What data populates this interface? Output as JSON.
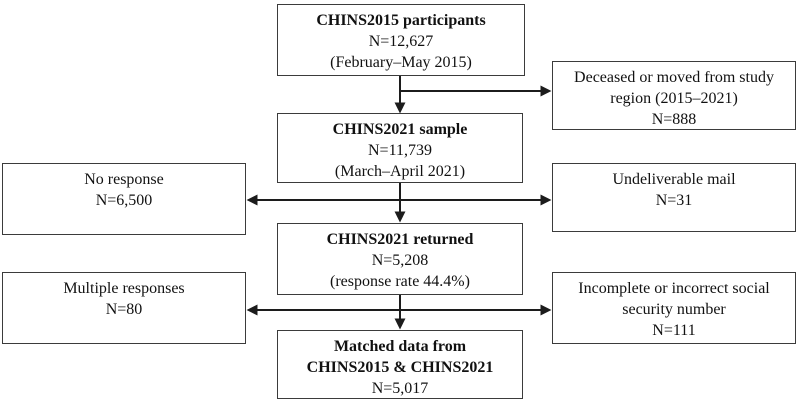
{
  "diagram": {
    "type": "flowchart",
    "colors": {
      "background": "#ffffff",
      "box_border": "#3b3b3b",
      "arrow": "#1c1c1c",
      "text": "#111111"
    },
    "boxes": {
      "participants": {
        "l1": "CHINS2015 participants",
        "l2": "N=12,627",
        "l3": "(February–May 2015)"
      },
      "deceased": {
        "l1": "Deceased or moved from study",
        "l2": "region (2015–2021)",
        "l3": "N=888"
      },
      "sample": {
        "l1": "CHINS2021 sample",
        "l2": "N=11,739",
        "l3": "(March–April 2021)"
      },
      "no_response": {
        "l1": "No response",
        "l2": "N=6,500"
      },
      "undeliverable": {
        "l1": "Undeliverable mail",
        "l2": "N=31"
      },
      "returned": {
        "l1": "CHINS2021 returned",
        "l2": "N=5,208",
        "l3": "(response rate 44.4%)"
      },
      "multiple": {
        "l1": "Multiple responses",
        "l2": "N=80"
      },
      "incomplete": {
        "l1": "Incomplete or incorrect social",
        "l2": "security number",
        "l3": "N=111"
      },
      "matched": {
        "l1": "Matched data from",
        "l2": "CHINS2015 & CHINS2021",
        "l3": "N=5,017"
      }
    }
  }
}
